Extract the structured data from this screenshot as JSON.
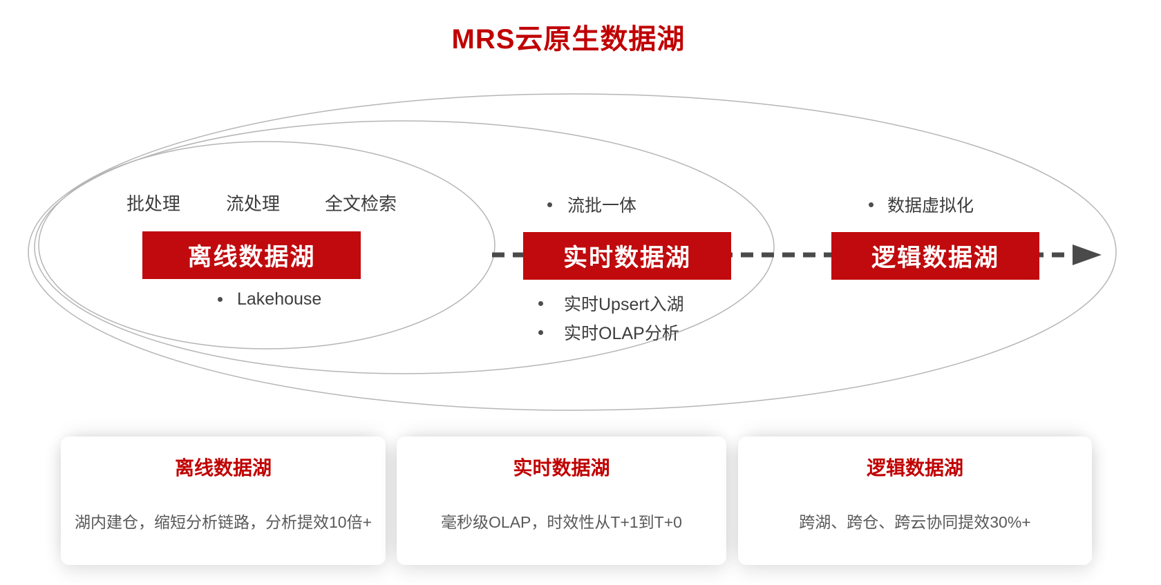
{
  "page_title": "MRS云原生数据湖",
  "colors": {
    "banner_red": "#c00a0d",
    "title_red": "#c00000",
    "ellipse_stroke": "#b5b5b5",
    "arrow_gray": "#4a4a4a",
    "label_dark": "#3d3d3d",
    "card_body_gray": "#595959",
    "banner_text": "#ffffff"
  },
  "flow": {
    "stages": [
      {
        "banner": "离线数据湖",
        "labels_above": [
          "批处理",
          "流处理",
          "全文检索"
        ],
        "bullets_above": [],
        "bullets_below": [
          "Lakehouse"
        ]
      },
      {
        "banner": "实时数据湖",
        "labels_above": [],
        "bullets_above": [
          "流批一体"
        ],
        "bullets_below": [
          "实时Upsert入湖",
          "实时OLAP分析"
        ]
      },
      {
        "banner": "逻辑数据湖",
        "labels_above": [],
        "bullets_above": [
          "数据虚拟化"
        ],
        "bullets_below": []
      }
    ]
  },
  "summary_cards": [
    {
      "title": "离线数据湖",
      "description": "湖内建仓，缩短分析链路，分析提效10倍+"
    },
    {
      "title": "实时数据湖",
      "description": "毫秒级OLAP，时效性从T+1到T+0"
    },
    {
      "title": "逻辑数据湖",
      "description": "跨湖、跨仓、跨云协同提效30%+"
    }
  ]
}
